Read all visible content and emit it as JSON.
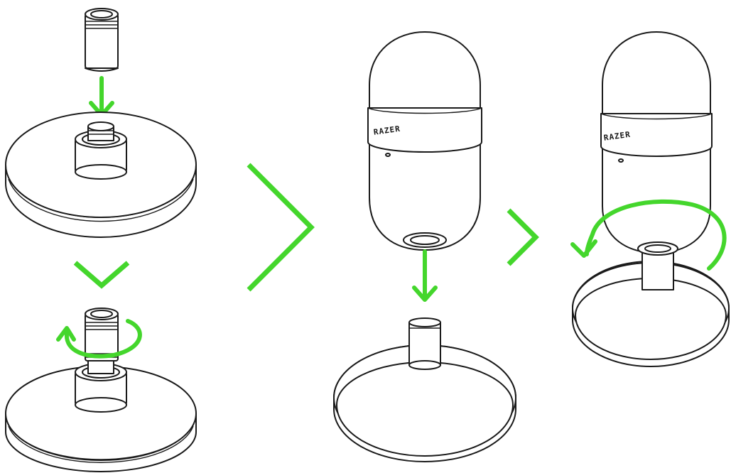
{
  "colors": {
    "accent": "#44d62c",
    "line": "#1a1a1a",
    "background": "#ffffff"
  },
  "steps": [
    {
      "id": 1,
      "panel": "attach-adapter-to-base"
    },
    {
      "id": 2,
      "panel": "tighten-adapter"
    },
    {
      "id": 3,
      "panel": "place-microphone-on-base"
    },
    {
      "id": 4,
      "panel": "screw-microphone-onto-base"
    }
  ],
  "microphone": {
    "brand_logo": "RAZER"
  },
  "icons": {
    "down_arrow": "down-arrow-icon",
    "rotate_arrow": "rotate-arrow-icon",
    "next_chevron": "chevron-right-icon",
    "next_down_chevron": "chevron-down-icon"
  }
}
